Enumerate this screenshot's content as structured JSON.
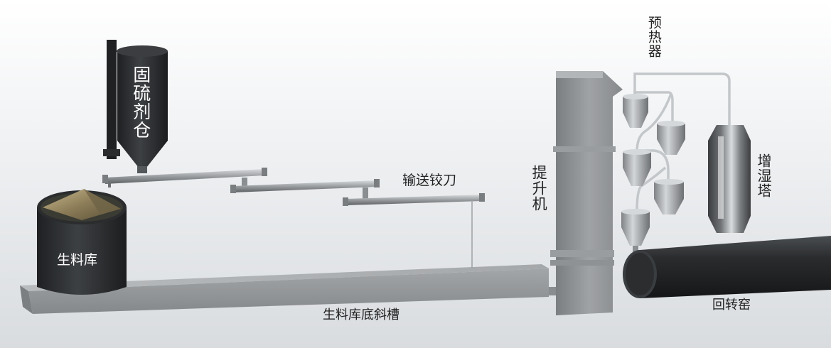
{
  "labels": {
    "sulfur_bin": "固硫剂仓",
    "screw_conveyor": "输送铰刀",
    "raw_meal_silo": "生料库",
    "silo_chute": "生料库底斜槽",
    "elevator": "提升机",
    "preheater": "预热器",
    "humidifier_tower": "增湿塔",
    "rotary_kiln": "回转窑"
  },
  "colors": {
    "concrete": "#8f9294",
    "steel_dark": "#2c2e30",
    "steel_light": "#b9bcbf",
    "pipe": "#c9cccf"
  }
}
